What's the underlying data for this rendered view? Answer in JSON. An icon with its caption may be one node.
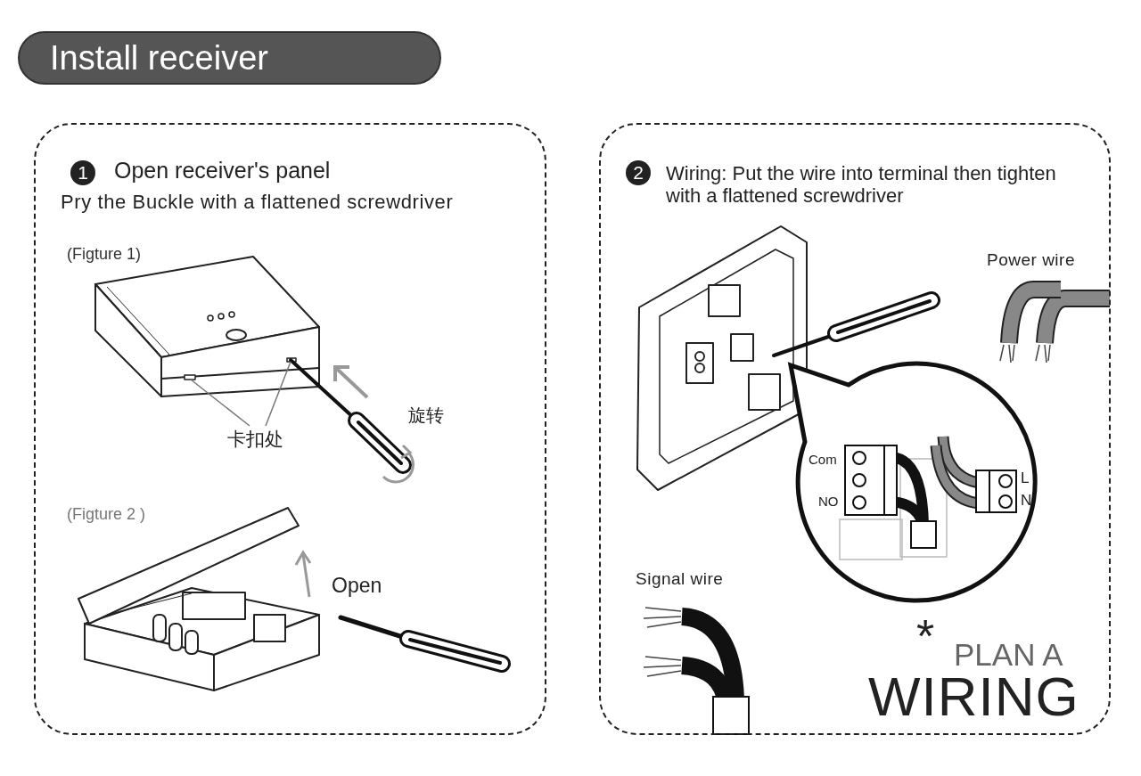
{
  "diagram": {
    "nodes": [
      {
        "text": [
          "Install receiver"
        ]
      },
      {
        "text": [
          "Open receiver's panel",
          "Pry the Buckle with a flattened screwdriver"
        ]
      },
      {
        "text": [
          "1"
        ],
        "in": 1
      },
      {
        "text": [
          "Wiring: Put the wire into terminal then tighten with a flattened screwdriver"
        ]
      },
      {
        "text": [
          "2"
        ],
        "in": 3
      },
      {
        "text": [
          "卡扣处"
        ],
        "in": 1
      }
    ],
    "edges": [
      {
        "from": 5,
        "to": null,
        "arrow": "none"
      },
      {
        "from": 5,
        "to": null,
        "arrow": "none"
      }
    ],
    "labels": [
      "(Figture 1)",
      "旋转",
      "(Figture 2 )",
      "Open",
      "Power wire",
      "Com",
      "NO",
      "L",
      "N",
      "Signal wire",
      "*",
      "PLAN A",
      "WIRING"
    ]
  }
}
